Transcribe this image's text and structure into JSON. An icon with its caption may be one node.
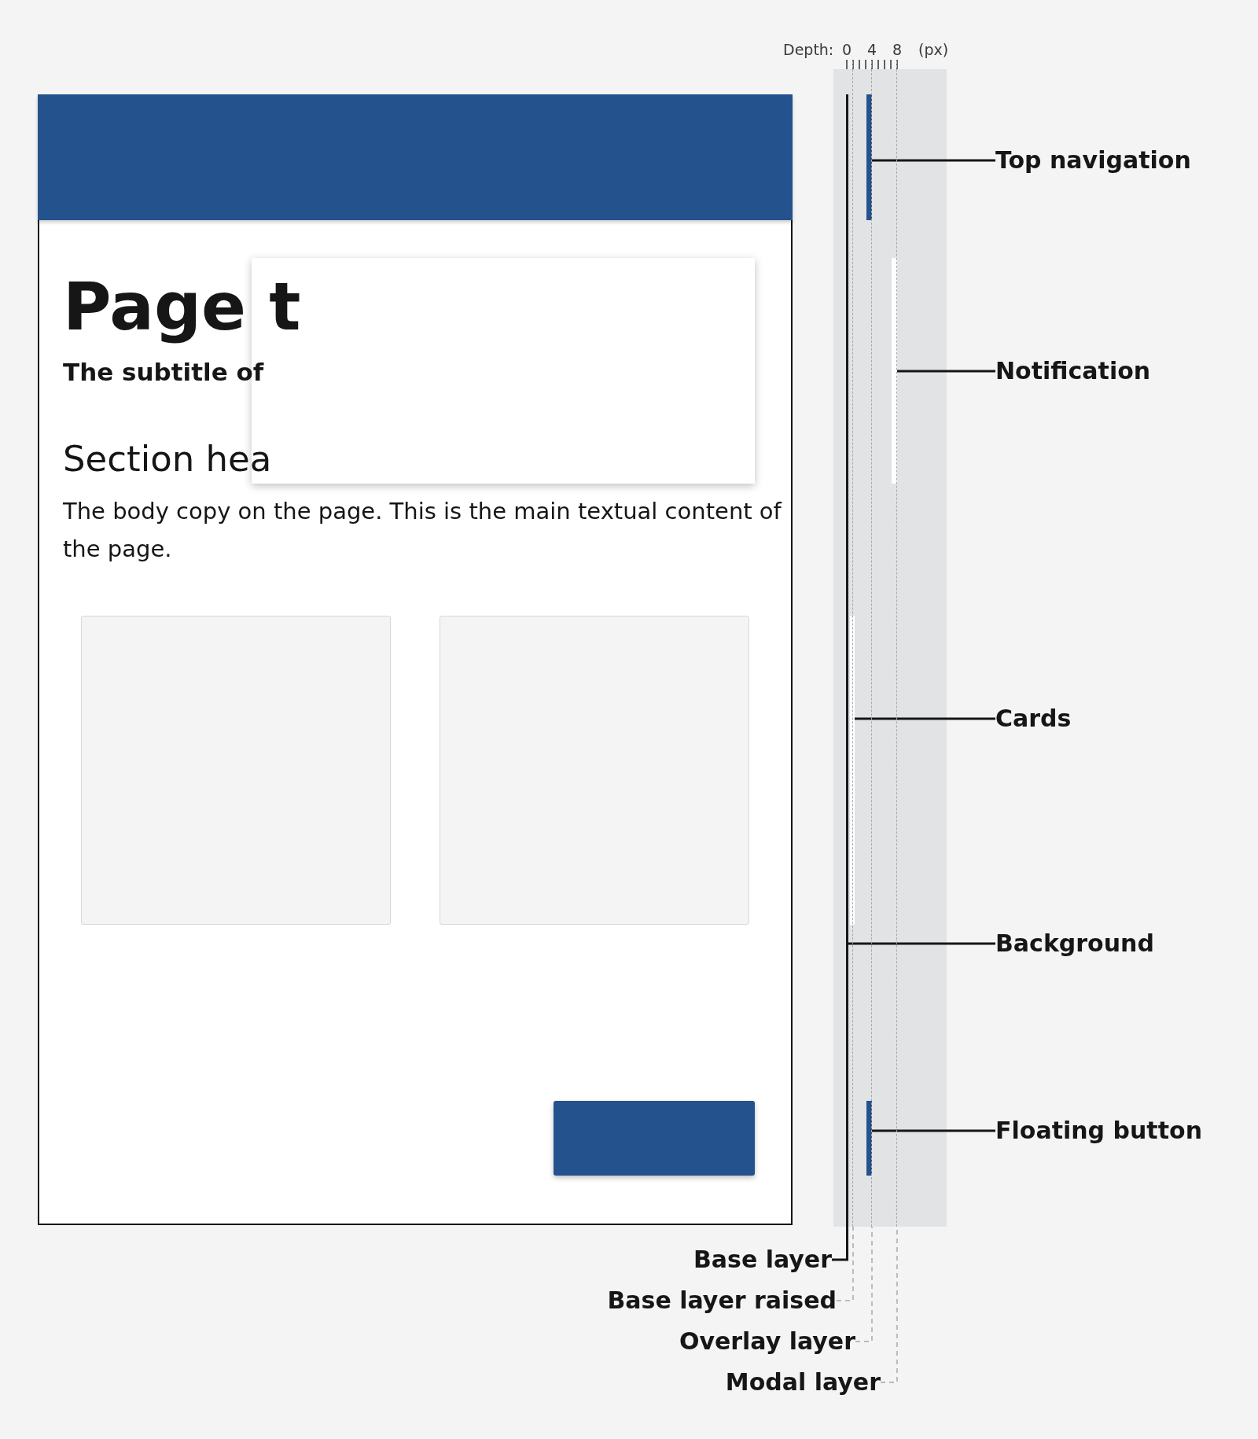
{
  "diagram": {
    "nodes": [
      {
        "text": [],
        "shape": "box"
      },
      {
        "text": [],
        "shape": "bar",
        "in": 0
      },
      {
        "text": [],
        "shape": "box",
        "in": 0
      },
      {
        "text": [],
        "shape": "box",
        "in": 0
      },
      {
        "text": [],
        "shape": "box",
        "in": 0
      },
      {
        "text": [],
        "shape": "box",
        "in": 0
      },
      {
        "text": [],
        "shape": "bar"
      },
      {
        "text": [],
        "shape": "bar"
      },
      {
        "text": [],
        "shape": "bar"
      },
      {
        "text": [],
        "shape": "bar"
      },
      {
        "text": [],
        "shape": "bar"
      },
      {
        "text": [],
        "shape": "line"
      },
      {
        "text": [],
        "shape": "line"
      },
      {
        "text": [],
        "shape": "line"
      },
      {
        "text": [
          "Top navigation"
        ]
      },
      {
        "text": [
          "Notification"
        ]
      },
      {
        "text": [
          "Cards"
        ]
      },
      {
        "text": [
          "Background"
        ]
      },
      {
        "text": [
          "Floating button"
        ]
      },
      {
        "text": [
          "Base layer"
        ]
      },
      {
        "text": [
          "Base layer raised"
        ]
      },
      {
        "text": [
          "Overlay layer"
        ]
      },
      {
        "text": [
          "Modal layer"
        ]
      }
    ],
    "edges": [
      {
        "from": 14,
        "to": 6,
        "arrow": "none"
      },
      {
        "from": 15,
        "to": 7,
        "arrow": "none"
      },
      {
        "from": 16,
        "to": 8,
        "arrow": "none"
      },
      {
        "from": 17,
        "to": 9,
        "arrow": "none"
      },
      {
        "from": 18,
        "to": 10,
        "arrow": "none"
      },
      {
        "from": 19,
        "to": 9,
        "arrow": "none"
      },
      {
        "from": 20,
        "to": 11,
        "arrow": "none",
        "style": "dashed",
        "color": "#a8a8a8"
      },
      {
        "from": 21,
        "to": 12,
        "arrow": "none",
        "style": "dashed",
        "color": "#a8a8a8"
      },
      {
        "from": 22,
        "to": 13,
        "arrow": "none",
        "style": "dashed",
        "color": "#a8a8a8"
      }
    ],
    "labels": [
      "Page t",
      "The subtitle of",
      "Section hea",
      "The body copy on the page. This is the main textual content of the page.",
      "Depth:",
      "0",
      "4",
      "8",
      "(px)"
    ]
  }
}
